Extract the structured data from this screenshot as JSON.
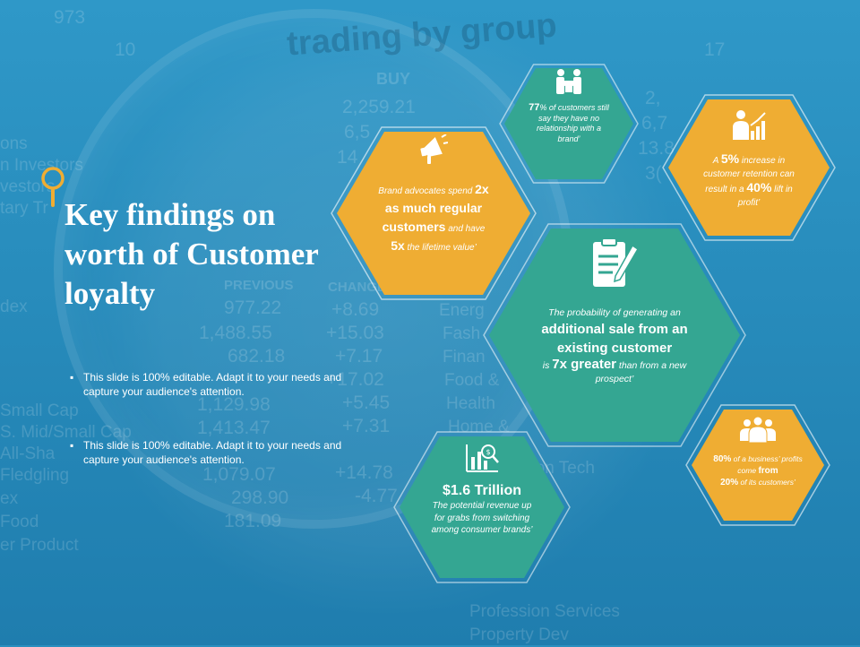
{
  "background": {
    "heading": "trading by group",
    "buy": "BUY",
    "numbers": [
      "973",
      "10",
      "17",
      "2,259.21",
      "6,5",
      "14",
      "2,",
      "6,7",
      "13.8",
      "3("
    ],
    "row_labels": [
      "ons",
      "n Investors",
      "vestors",
      "tary Tr",
      "dex",
      "Small Cap",
      "S. Mid/Small Cap",
      "All-Sha",
      "Fledgling",
      "ex",
      "Food",
      "er Product"
    ],
    "previous_header": "PREVIOUS",
    "change_header": "CHANGE",
    "previous_values": [
      "977.22",
      "1,488.55",
      "682.18",
      "1,129.98",
      "1,413.47",
      "1,079.07",
      "298.90",
      "181.09"
    ],
    "change_values": [
      "+8.69",
      "+15.03",
      "+7.17",
      "+17.02",
      "+5.45",
      "+7.31",
      "+14.78",
      "-4.77"
    ],
    "sectors": [
      "Energ",
      "Fash",
      "Finan",
      "Food &",
      "Health",
      "Home &",
      "ition Tech",
      "Profession Services",
      "Property Dev"
    ]
  },
  "colors": {
    "background": "#2a8fbf",
    "teal": "#34a692",
    "amber": "#efad33",
    "white": "#ffffff"
  },
  "title": "Key findings on worth of Customer loyalty",
  "bullets": [
    "This slide is 100% editable. Adapt it to your needs and capture your audience's attention.",
    "This slide is 100% editable. Adapt it to your needs and capture your audience's attention."
  ],
  "bullet_symbol": "▪",
  "hexagons": {
    "handshake": {
      "icon": "handshake-icon",
      "pre": "77",
      "text": "% of customers still say they have no relationship with a brand’"
    },
    "megaphone": {
      "icon": "megaphone-icon",
      "l1a": "Brand advocates spend ",
      "l1b": "2x",
      "l2": "as much regular customers",
      "l3": " and have ",
      "l4a": "5x",
      "l4b": " the lifetime value’"
    },
    "retention": {
      "icon": "growth-chart-icon",
      "a": "A ",
      "b": "5%",
      "c": " increase in customer retention can result in a ",
      "d": "40%",
      "e": " lift in profit’"
    },
    "probability": {
      "icon": "clipboard-checklist-icon",
      "a": "The probability of generating an",
      "b": "additional sale from an existing customer",
      "c": "is ",
      "d": "7x greater",
      "e": " than from a new prospect’"
    },
    "revenue": {
      "icon": "money-chart-icon",
      "headline": "$1.6 Trillion",
      "text": "The potential revenue up for grabs from switching among consumer brands’"
    },
    "profits": {
      "icon": "team-icon",
      "a": "80%",
      "b": " of a business’ profits come ",
      "c": "from",
      "d": "20%",
      "e": " of its customers’"
    }
  }
}
